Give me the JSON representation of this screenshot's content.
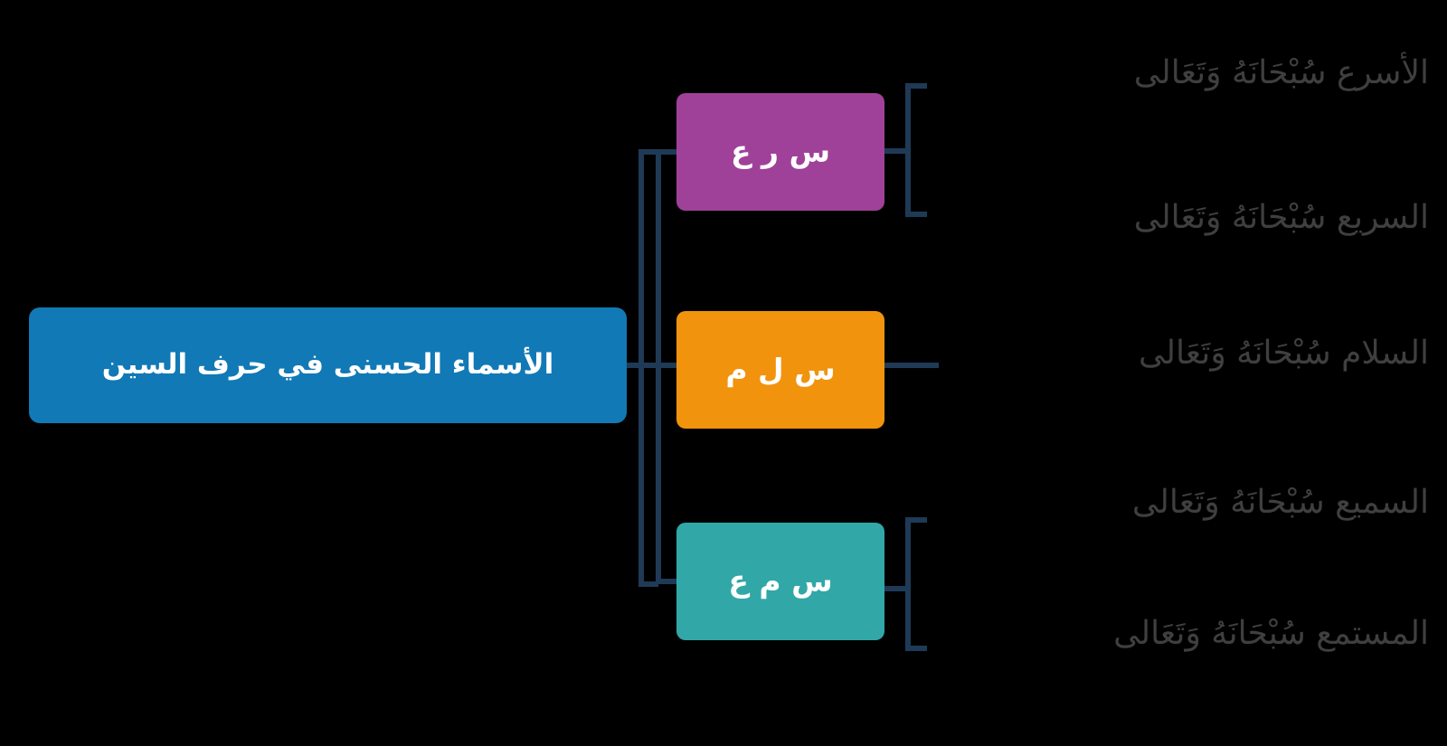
{
  "diagram": {
    "title": "الأسماء الحسنى في حرف السين",
    "colors": {
      "root": "#1179B5",
      "branch_sara": "#A04199",
      "branch_salam": "#F2930D",
      "branch_sama": "#32A7A8",
      "connector": "#1F3A56",
      "leaf_text": "#3F3F3F",
      "background": "#000000",
      "node_text": "#FFFFFF"
    },
    "root": {
      "label": "الأسماء الحسنى في حرف السين"
    },
    "branches": [
      {
        "id": "sara",
        "label": "س ر ع",
        "color": "#A04199",
        "leaves": [
          "الأسرع سُبْحَانَهُ وَتَعَالى",
          "السريع سُبْحَانَهُ وَتَعَالى"
        ]
      },
      {
        "id": "salam",
        "label": "س ل م",
        "color": "#F2930D",
        "leaves": [
          "السلام سُبْحَانَهُ وَتَعَالى"
        ]
      },
      {
        "id": "sama",
        "label": "س م ع",
        "color": "#32A7A8",
        "leaves": [
          "السميع سُبْحَانَهُ وَتَعَالى",
          "المستمع سُبْحَانَهُ وَتَعَالى"
        ]
      }
    ],
    "leaves_flat": [
      "الأسرع سُبْحَانَهُ وَتَعَالى",
      "السريع سُبْحَانَهُ وَتَعَالى",
      "السلام سُبْحَانَهُ وَتَعَالى",
      "السميع سُبْحَانَهُ وَتَعَالى",
      "المستمع سُبْحَانَهُ وَتَعَالى"
    ]
  }
}
